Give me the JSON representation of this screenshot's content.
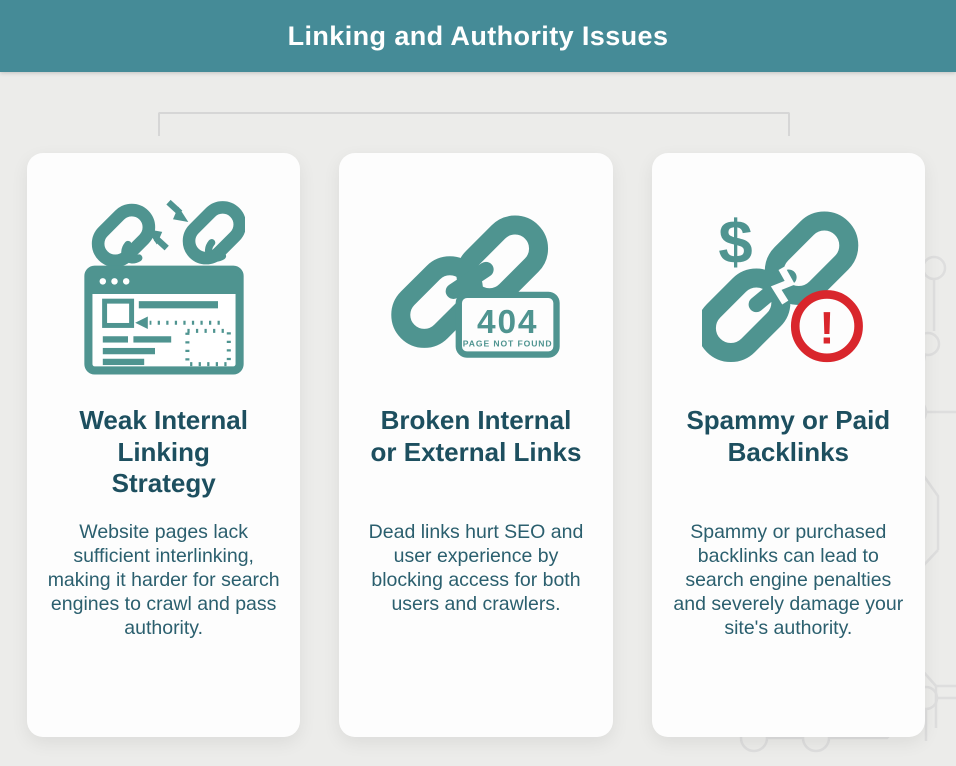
{
  "header": {
    "title": "Linking and Authority Issues"
  },
  "colors": {
    "header_teal": "#458b97",
    "icon_teal": "#4f9490",
    "alert_red": "#d9262c",
    "title_text": "#1d4f5f",
    "body_text": "#2b5f6e",
    "page_background": "#ececea",
    "card_background": "#fdfdfd",
    "connector_line": "#d6d6d6"
  },
  "cards": [
    {
      "icon": "broken-link-browser-icon",
      "title_lines": [
        "Weak Internal",
        "Linking",
        "Strategy"
      ],
      "body": "Website pages lack sufficient interlinking, making it harder for search engines to crawl and pass authority."
    },
    {
      "icon": "chain-404-icon",
      "title_lines": [
        "Broken Internal",
        "or External Links"
      ],
      "body": "Dead links hurt SEO and user experience by blocking access for both users and crawlers.",
      "sign": {
        "code": "404",
        "label": "PAGE NOT FOUND"
      }
    },
    {
      "icon": "dollar-broken-chain-alert-icon",
      "title_lines": [
        "Spammy or Paid",
        "Backlinks"
      ],
      "body": "Spammy or purchased backlinks can lead to search engine penalties and severely damage your site's authority.",
      "glyphs": {
        "dollar": "$",
        "alert": "!"
      }
    }
  ]
}
